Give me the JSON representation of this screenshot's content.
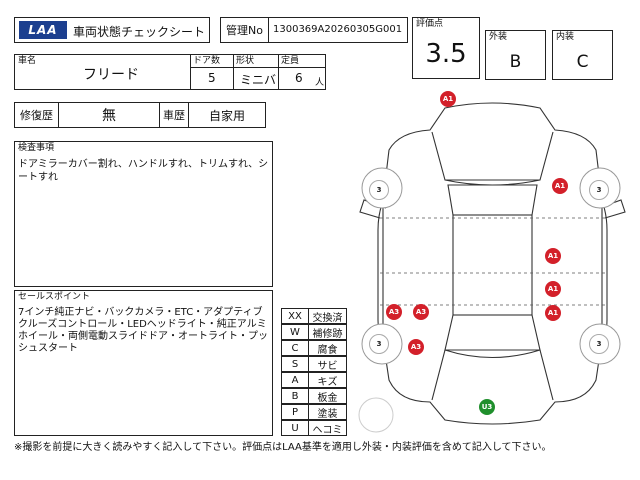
{
  "header": {
    "logo": "LAA",
    "title": "車両状態チェックシート",
    "mgmt_label": "管理No",
    "mgmt_no": "1300369A20260305G001"
  },
  "rating": {
    "score_label": "評価点",
    "score": "3.5",
    "exterior_label": "外装",
    "exterior": "B",
    "interior_label": "内装",
    "interior": "C"
  },
  "car": {
    "name_label": "車名",
    "name": "フリード",
    "doors_label": "ドア数",
    "doors": "5",
    "shape_label": "形状",
    "shape": "ミニバ",
    "capacity_label": "定員",
    "capacity": "6",
    "capacity_unit": "人"
  },
  "history": {
    "repair_label": "修復歴",
    "repair": "無",
    "car_history_label": "車歴",
    "car_history": "自家用"
  },
  "inspection": {
    "label": "検査事項",
    "text": "ドアミラーカバー割れ、ハンドルすれ、トリムすれ、シートすれ"
  },
  "sales": {
    "label": "セールスポイント",
    "text": "7インチ純正ナビ・バックカメラ・ETC・アダプティブクルーズコントロール・LEDヘッドライト・純正アルミホイール・両側電動スライドドア・オートライト・プッシュスタート"
  },
  "legend": [
    {
      "code": "XX",
      "desc": "交換済"
    },
    {
      "code": "W",
      "desc": "補修跡"
    },
    {
      "code": "C",
      "desc": "腐食"
    },
    {
      "code": "S",
      "desc": "サビ"
    },
    {
      "code": "A",
      "desc": "キズ"
    },
    {
      "code": "B",
      "desc": "板金"
    },
    {
      "code": "P",
      "desc": "塗装"
    },
    {
      "code": "U",
      "desc": "ヘコミ"
    }
  ],
  "marks": [
    {
      "label": "A1",
      "color": "#d3202a"
    },
    {
      "label": "A1",
      "color": "#d3202a"
    },
    {
      "label": "A1",
      "color": "#d3202a"
    },
    {
      "label": "A1",
      "color": "#d3202a"
    },
    {
      "label": "A1",
      "color": "#d3202a"
    },
    {
      "label": "A3",
      "color": "#d3202a"
    },
    {
      "label": "A3",
      "color": "#d3202a"
    },
    {
      "label": "A3",
      "color": "#d3202a"
    },
    {
      "label": "U3",
      "color": "#1f8f2c"
    },
    {
      "label": "3",
      "color": "#ffffff"
    },
    {
      "label": "3",
      "color": "#ffffff"
    },
    {
      "label": "3",
      "color": "#ffffff"
    },
    {
      "label": "3",
      "color": "#ffffff"
    }
  ],
  "footer": "※撮影を前提に大きく読みやすく記入して下さい。評価点はLAA基準を適用し外装・内装評価を含めて記入して下さい。"
}
